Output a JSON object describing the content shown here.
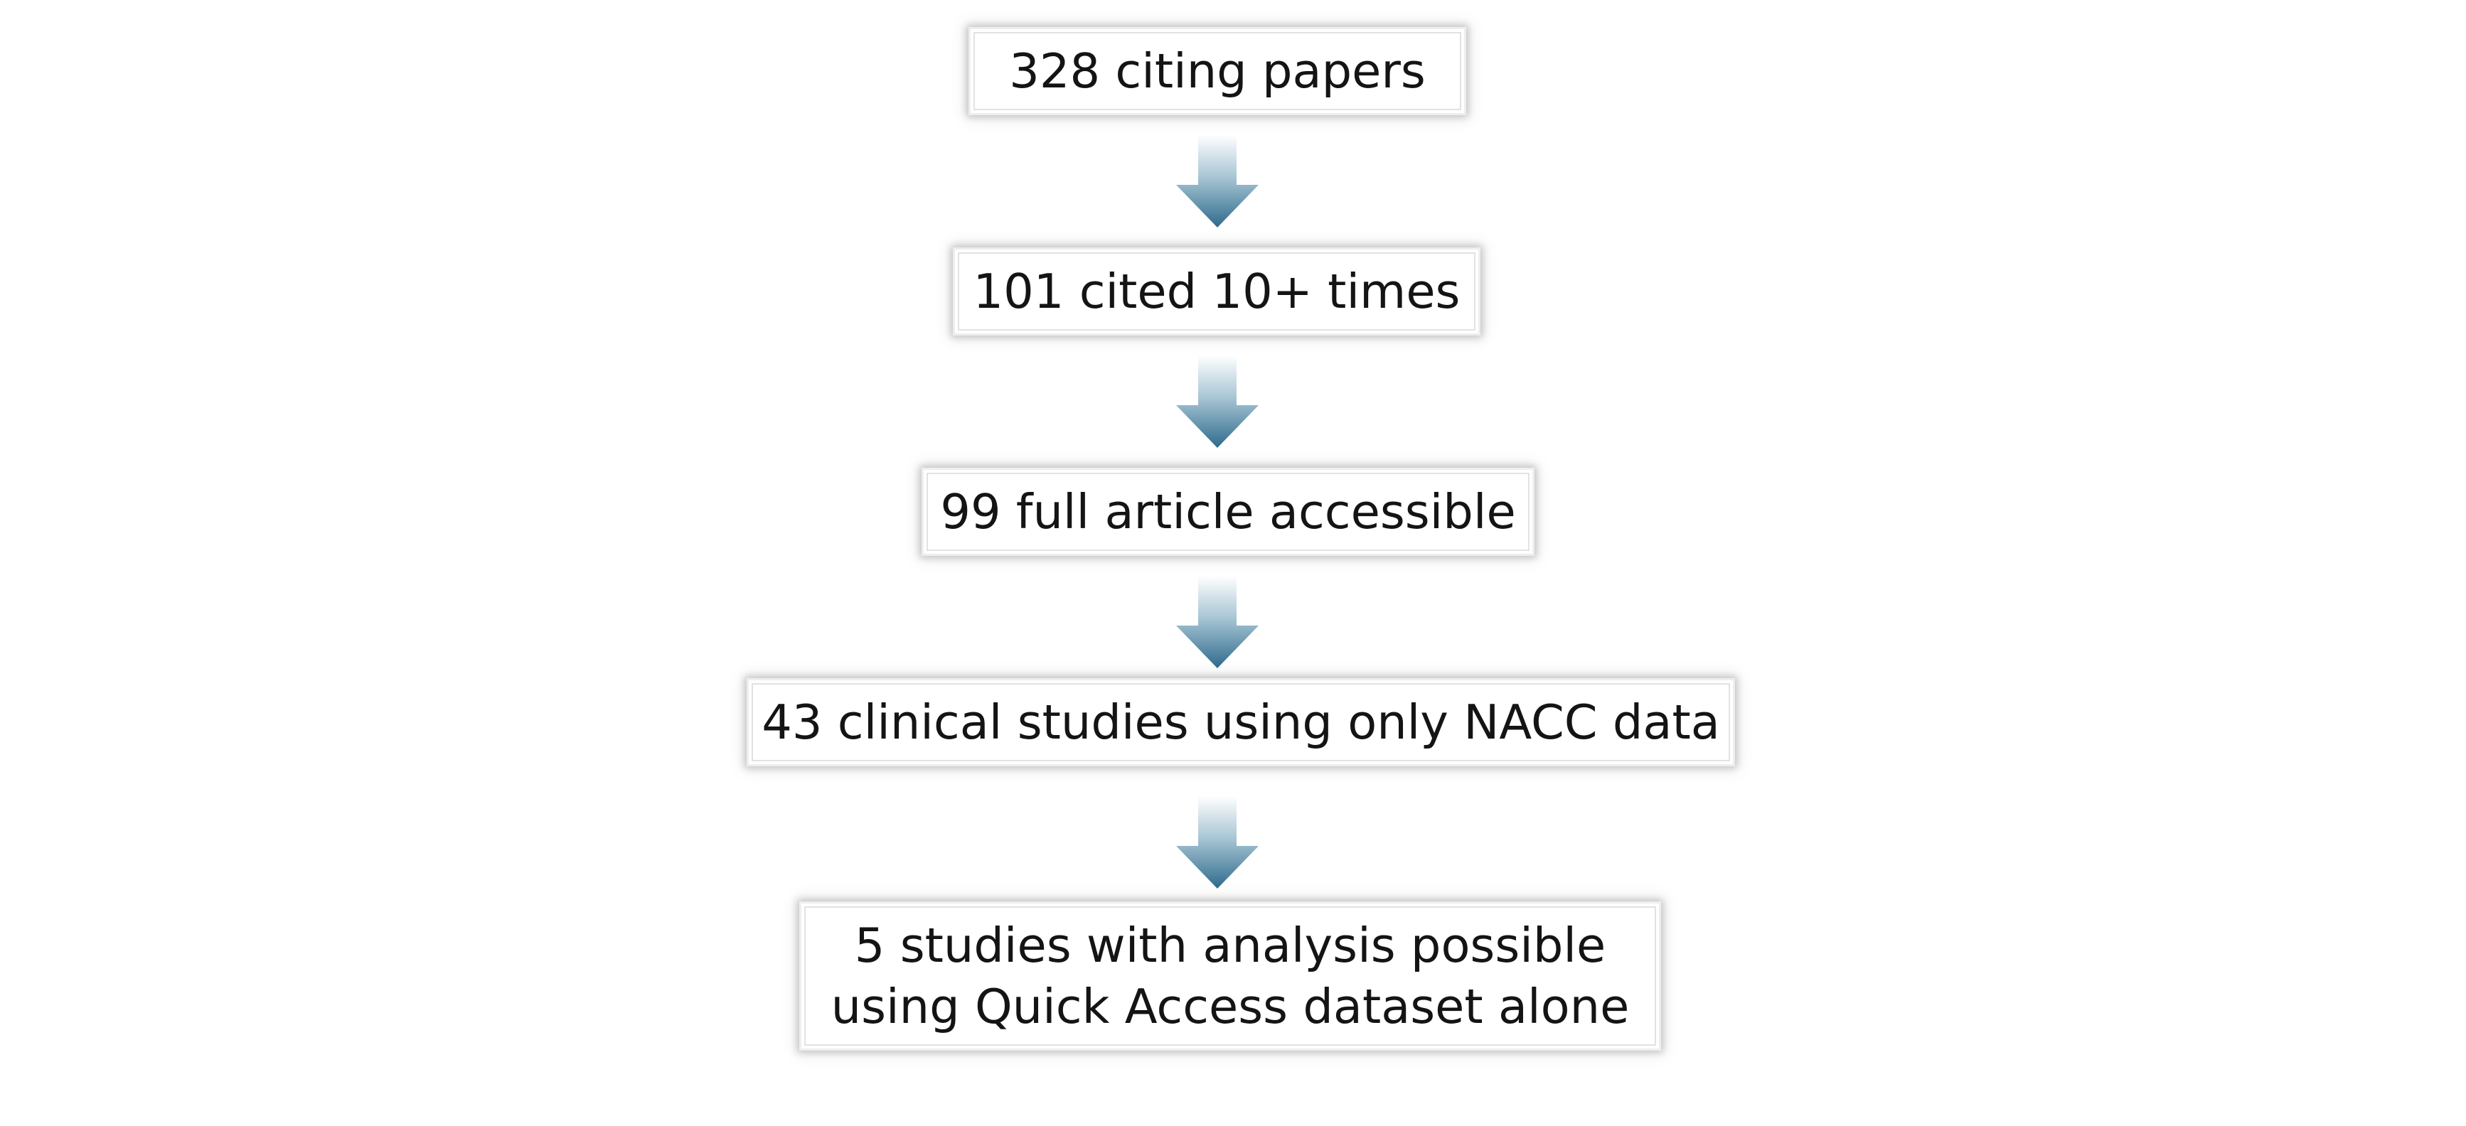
{
  "flowchart": {
    "steps": [
      {
        "text": "328 citing papers"
      },
      {
        "text": "101 cited 10+ times"
      },
      {
        "text": "99 full article accessible"
      },
      {
        "text": "43 clinical studies using only NACC data"
      },
      {
        "lines": [
          "5 studies with analysis possible",
          "using Quick Access dataset alone"
        ]
      }
    ],
    "arrow_icon": "down-arrow-icon",
    "colors": {
      "arrow_top": "#ffffff",
      "arrow_bottom": "#2e6b8c",
      "box_border": "#e2e2e2",
      "text": "#141414"
    }
  }
}
